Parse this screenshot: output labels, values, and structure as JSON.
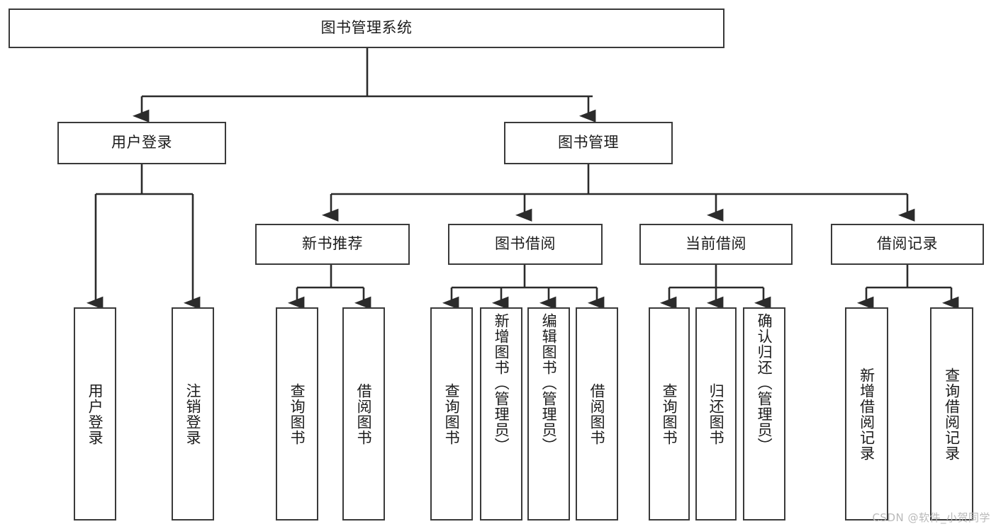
{
  "diagram": {
    "type": "tree-hierarchy-chart",
    "title": "图书管理系统",
    "watermark": "CSDN @软件_小贺同学",
    "colors": {
      "box_border": "#3a3a3a",
      "box_fill": "#ffffff",
      "edge": "#2b2b2b",
      "text": "#1c1c1c",
      "watermark": "#b9b9b9"
    },
    "levels": {
      "root": {
        "label": "图书管理系统"
      },
      "level2": [
        {
          "label": "用户登录"
        },
        {
          "label": "图书管理"
        }
      ],
      "level3": [
        {
          "label": "新书推荐"
        },
        {
          "label": "图书借阅"
        },
        {
          "label": "当前借阅"
        },
        {
          "label": "借阅记录"
        }
      ],
      "leaves": {
        "user_login": [
          {
            "label": "用户登录"
          },
          {
            "label": "注销登录"
          }
        ],
        "new_book_recommend": [
          {
            "label": "查询图书"
          },
          {
            "label": "借阅图书"
          }
        ],
        "book_borrow": [
          {
            "label": "查询图书"
          },
          {
            "label": "新增图书（管理员）"
          },
          {
            "label": "编辑图书（管理员）"
          },
          {
            "label": "借阅图书"
          }
        ],
        "current_borrow": [
          {
            "label": "查询图书"
          },
          {
            "label": "归还图书"
          },
          {
            "label": "确认归还（管理员）"
          }
        ],
        "borrow_records": [
          {
            "label": "新增借阅记录"
          },
          {
            "label": "查询借阅记录"
          }
        ]
      }
    }
  }
}
